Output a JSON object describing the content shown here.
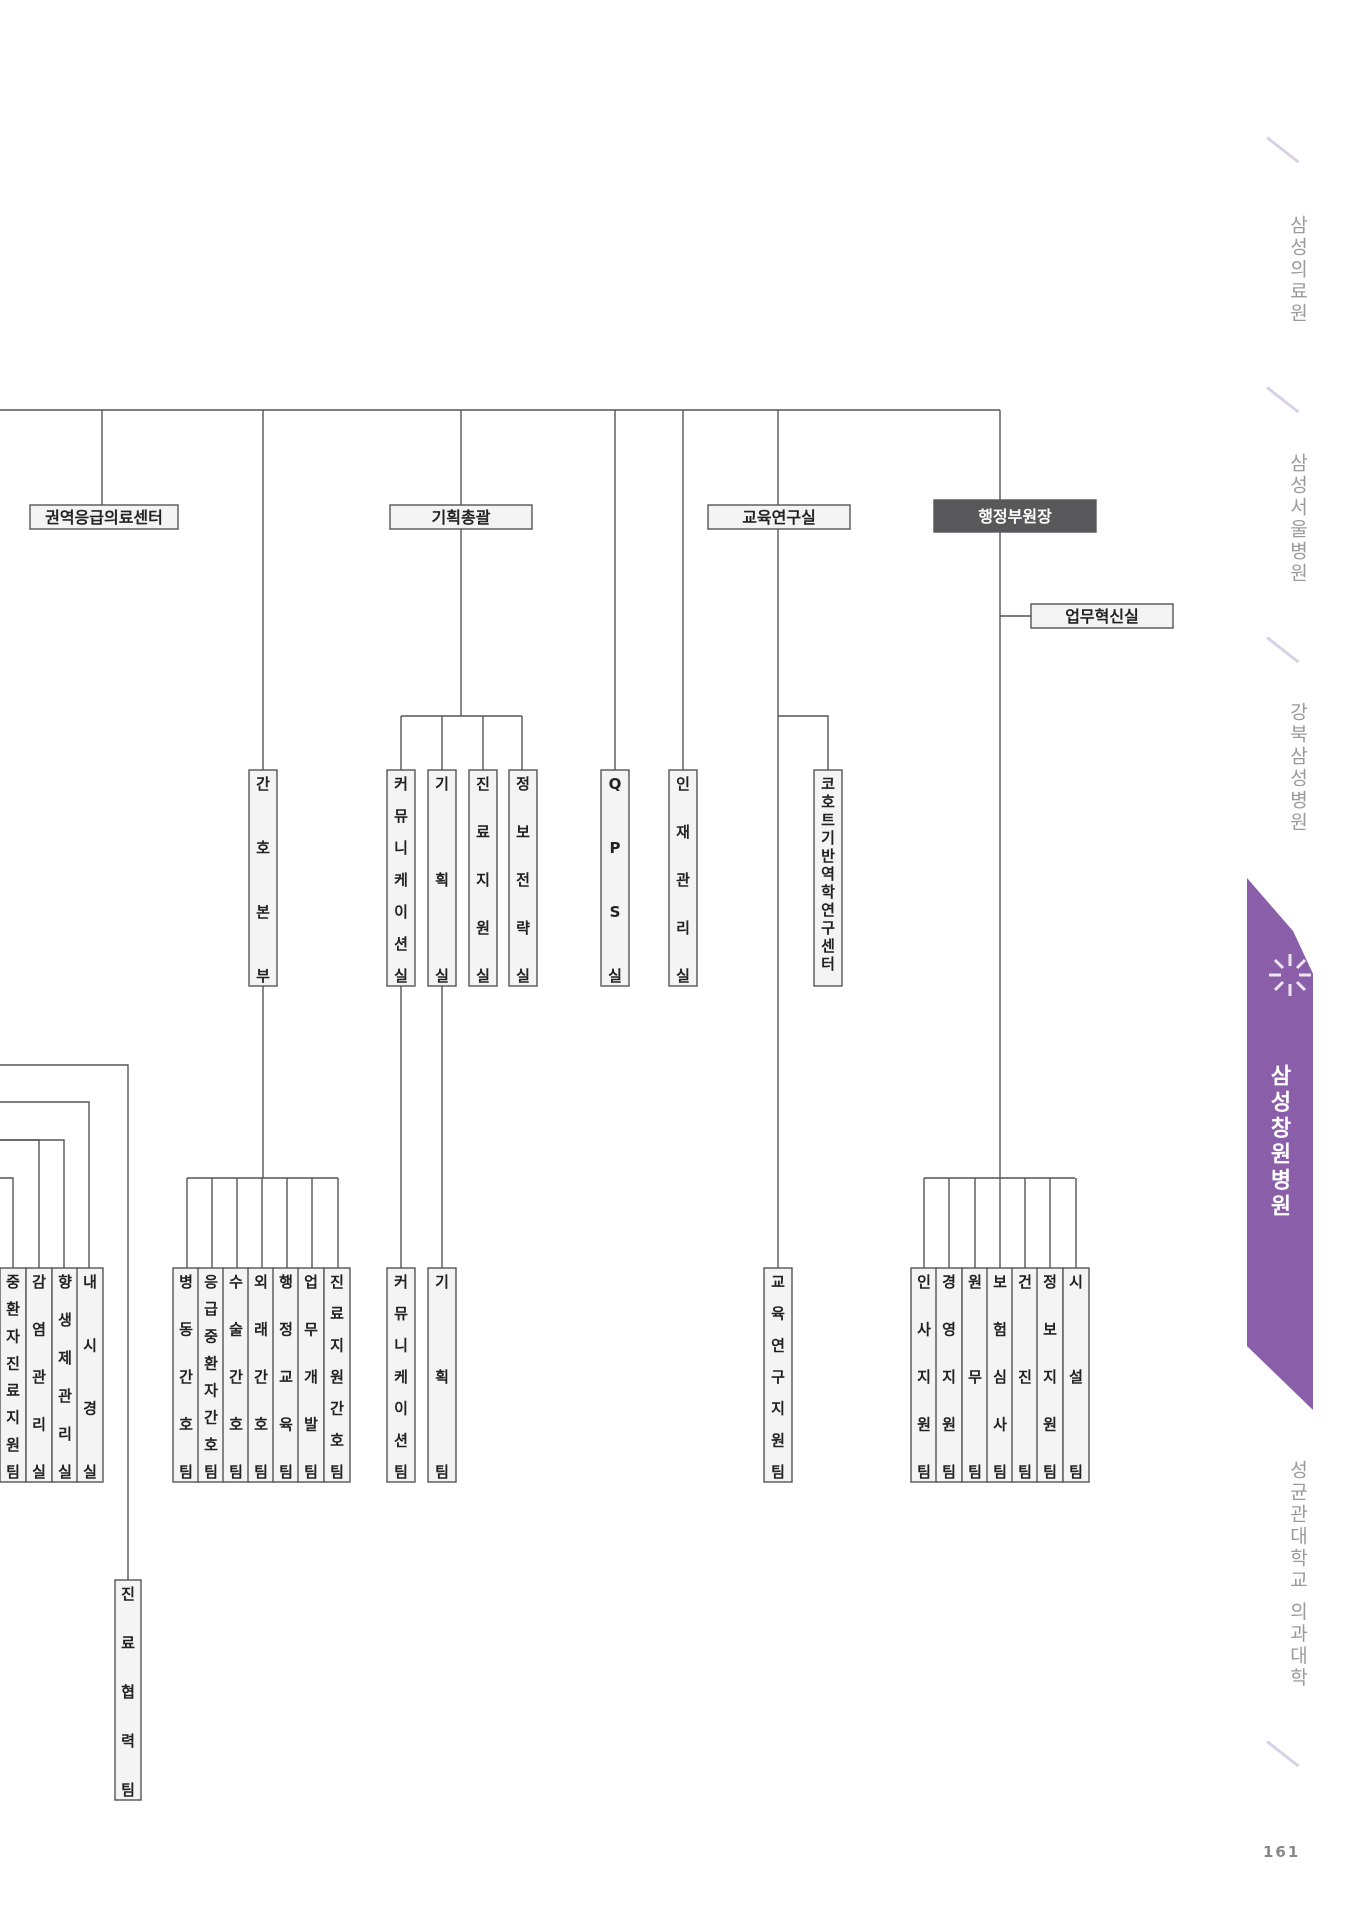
{
  "colors": {
    "line": "#555555",
    "box_border": "#555555",
    "box_fill": "#f4f4f4",
    "dark_box": "#58585a",
    "accent": "#8a5ea8",
    "tab_text": "#9a9a9a"
  },
  "sidebar": {
    "tabs": [
      {
        "label": "삼성의료원"
      },
      {
        "label": "삼성서울병원"
      },
      {
        "label": "강북삼성병원"
      },
      {
        "label": "삼성창원병원",
        "active": true
      },
      {
        "label": "성균관대학교 의과대학"
      }
    ]
  },
  "page_number": "161",
  "org": {
    "level1": [
      {
        "label": "권역응급의료센터"
      },
      {
        "label": "기획총괄"
      },
      {
        "label": "교육연구실"
      },
      {
        "label": "행정부원장"
      }
    ],
    "innovation": "업무혁신실",
    "nursing": "간호본부",
    "planning_children": [
      "커뮤니케이션실",
      "기획실",
      "진료지원실",
      "정보전략실"
    ],
    "qps": "QPS실",
    "hr": "인재관리실",
    "cohort": "코호트기반역학연구센터",
    "left_teams": [
      "중환자진료지원팀",
      "감염관리실",
      "향생제관리실",
      "내시경실"
    ],
    "medical_coop": "진료협력팀",
    "nursing_teams": [
      "병동간호팀",
      "응급중환자간호팀",
      "수술간호팀",
      "외래간호팀",
      "행정교육팀",
      "업무개발팀",
      "진료지원간호팀"
    ],
    "comm_team": "커뮤니케이션팀",
    "plan_team": "기획팀",
    "edu_team": "교육연구지원팀",
    "admin_teams": [
      "인사지원팀",
      "경영지원팀",
      "원무팀",
      "보험심사팀",
      "건진팀",
      "정보지원팀",
      "시설팀"
    ]
  }
}
